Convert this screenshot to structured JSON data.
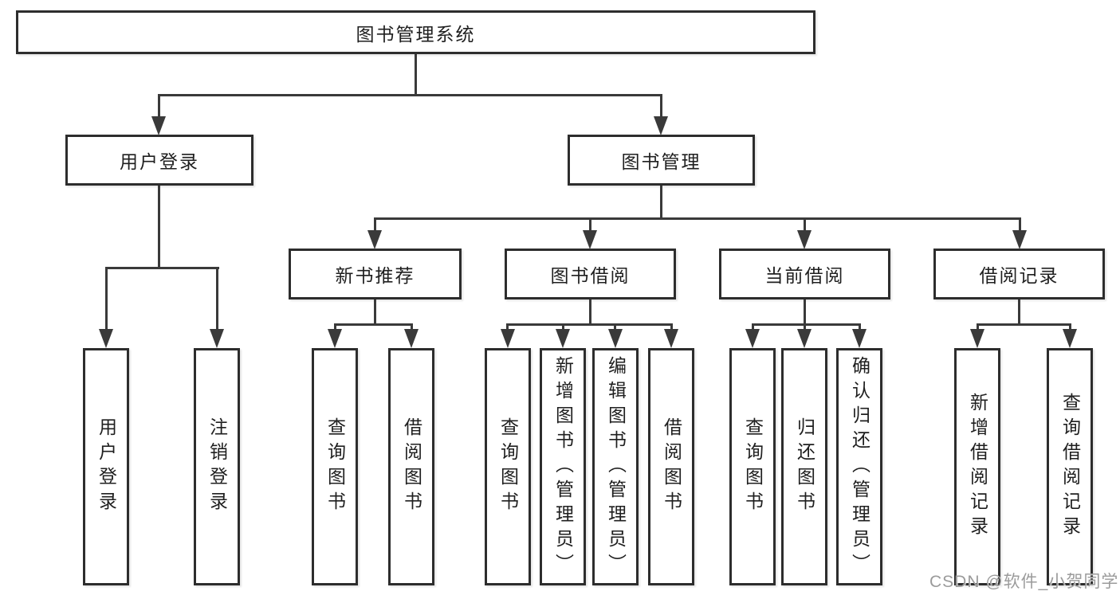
{
  "colors": {
    "border": "#2d2d2d",
    "line": "#3a3a3a",
    "text": "#1f1f1f",
    "watermark": "#9b9b9b"
  },
  "watermark": {
    "text": "CSDN @软件_小贺同学"
  },
  "diagram": {
    "type": "hierarchy-tree",
    "root": {
      "label": "图书管理系统"
    },
    "branches": [
      {
        "label": "用户登录",
        "children": [
          "用户登录",
          "注销登录"
        ]
      },
      {
        "label": "图书管理",
        "groups": [
          {
            "label": "新书推荐",
            "children": [
              "查询图书",
              "借阅图书"
            ]
          },
          {
            "label": "图书借阅",
            "children": [
              "查询图书",
              "新增图书（管理员）",
              "编辑图书（管理员）",
              "借阅图书"
            ]
          },
          {
            "label": "当前借阅",
            "children": [
              "查询图书",
              "归还图书",
              "确认归还（管理员）"
            ]
          },
          {
            "label": "借阅记录",
            "children": [
              "新增借阅记录",
              "查询借阅记录"
            ]
          }
        ]
      }
    ]
  }
}
